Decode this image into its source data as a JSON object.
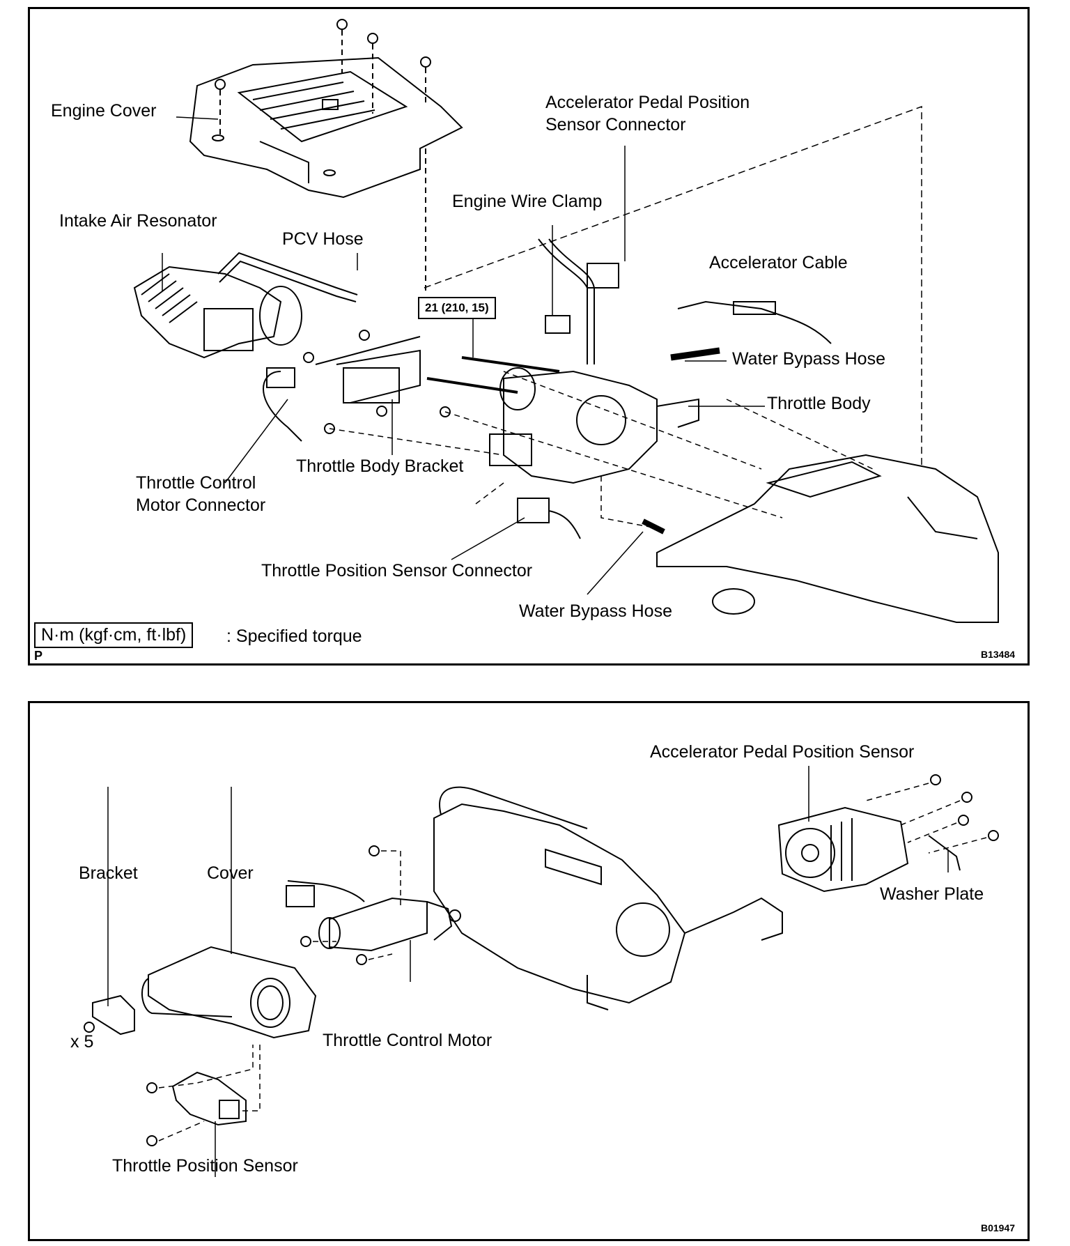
{
  "top_panel": {
    "labels": {
      "engine_cover": "Engine Cover",
      "accel_sensor_connector": "Accelerator Pedal Position\nSensor Connector",
      "engine_wire_clamp": "Engine Wire Clamp",
      "intake_air_resonator": "Intake Air Resonator",
      "pcv_hose": "PCV Hose",
      "accelerator_cable": "Accelerator Cable",
      "water_bypass_hose_1": "Water Bypass Hose",
      "throttle_body": "Throttle Body",
      "throttle_body_bracket": "Throttle Body Bracket",
      "throttle_control_motor_connector": "Throttle Control\nMotor Connector",
      "throttle_position_sensor_connector": "Throttle Position Sensor Connector",
      "water_bypass_hose_2": "Water Bypass Hose"
    },
    "torque_spec": "21 (210, 15)",
    "legend_unit": "N·m (kgf·cm, ft·lbf)",
    "legend_text": ": Specified torque",
    "corner_mark": "P",
    "figure_code": "B13484"
  },
  "bottom_panel": {
    "labels": {
      "accel_pedal_position_sensor": "Accelerator Pedal Position Sensor",
      "bracket": "Bracket",
      "cover": "Cover",
      "washer_plate": "Washer Plate",
      "x5": "x 5",
      "throttle_control_motor": "Throttle Control Motor",
      "throttle_position_sensor": "Throttle Position Sensor"
    },
    "figure_code": "B01947"
  }
}
